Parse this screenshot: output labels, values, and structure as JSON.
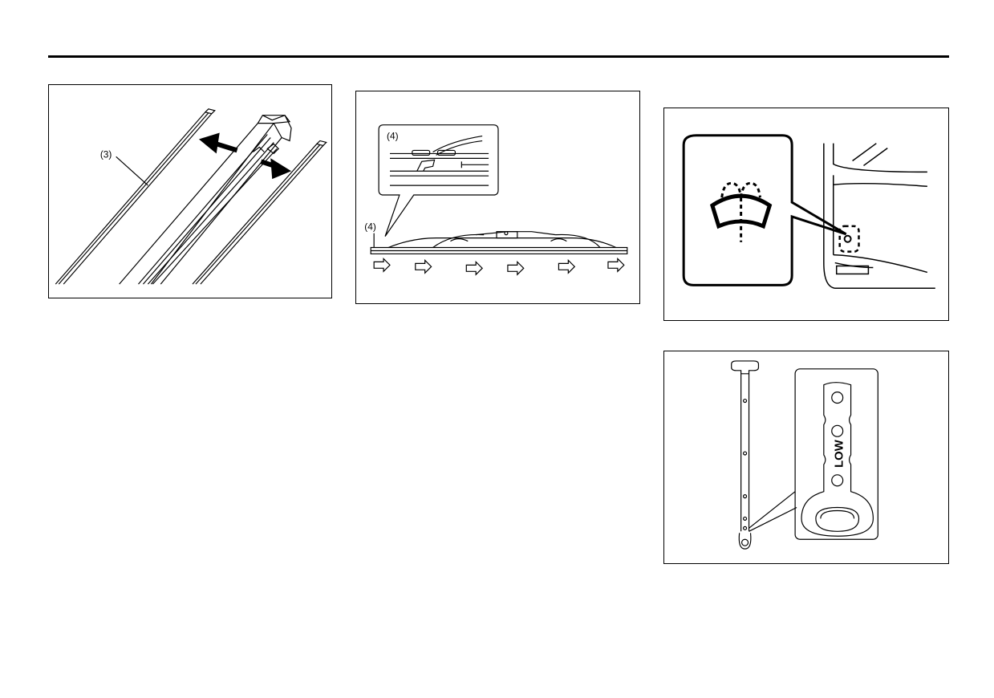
{
  "figures": {
    "wiper_rubber_strip": {
      "callout": "(3)"
    },
    "wiper_blade_assembly": {
      "inset_callout": "(4)",
      "callout": "(4)"
    },
    "washer_switch_location": {},
    "washer_fluid_level_gauge": {
      "mark": "LOW"
    }
  }
}
